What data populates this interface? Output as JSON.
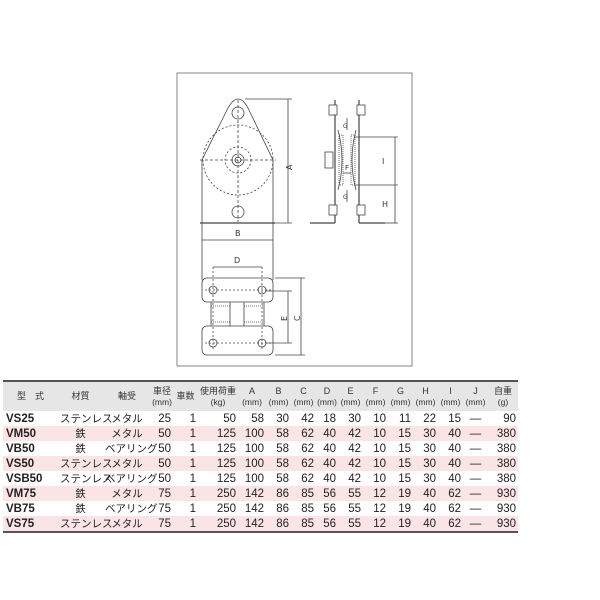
{
  "diagram": {
    "dimension_labels": [
      "A",
      "B",
      "C",
      "D",
      "E",
      "F",
      "G",
      "H",
      "I"
    ]
  },
  "table": {
    "headers": [
      {
        "label": "型　式",
        "unit": ""
      },
      {
        "label": "材質",
        "unit": ""
      },
      {
        "label": "軸受",
        "unit": ""
      },
      {
        "label": "車径",
        "unit": "(mm)"
      },
      {
        "label": "車数",
        "unit": ""
      },
      {
        "label": "使用荷重",
        "unit": "(kg)"
      },
      {
        "label": "A",
        "unit": "(mm)"
      },
      {
        "label": "B",
        "unit": "(mm)"
      },
      {
        "label": "C",
        "unit": "(mm)"
      },
      {
        "label": "D",
        "unit": "(mm)"
      },
      {
        "label": "E",
        "unit": "(mm)"
      },
      {
        "label": "F",
        "unit": "(mm)"
      },
      {
        "label": "G",
        "unit": "(mm)"
      },
      {
        "label": "H",
        "unit": "(mm)"
      },
      {
        "label": "I",
        "unit": "(mm)"
      },
      {
        "label": "J",
        "unit": "(mm)"
      },
      {
        "label": "自重",
        "unit": "(g)"
      }
    ],
    "rows": [
      [
        "VS25",
        "ステンレス",
        "メタル",
        "25",
        "1",
        "50",
        "58",
        "30",
        "42",
        "18",
        "30",
        "10",
        "11",
        "22",
        "15",
        "—",
        "90"
      ],
      [
        "VM50",
        "鉄",
        "メタル",
        "50",
        "1",
        "125",
        "100",
        "58",
        "62",
        "40",
        "42",
        "10",
        "15",
        "30",
        "40",
        "—",
        "380"
      ],
      [
        "VB50",
        "鉄",
        "ベアリング",
        "50",
        "1",
        "125",
        "100",
        "58",
        "62",
        "40",
        "42",
        "10",
        "15",
        "30",
        "40",
        "—",
        "380"
      ],
      [
        "VS50",
        "ステンレス",
        "メタル",
        "50",
        "1",
        "125",
        "100",
        "58",
        "62",
        "40",
        "42",
        "10",
        "15",
        "30",
        "40",
        "—",
        "380"
      ],
      [
        "VSB50",
        "ステンレス",
        "ベアリング",
        "50",
        "1",
        "125",
        "100",
        "58",
        "62",
        "40",
        "42",
        "10",
        "15",
        "30",
        "40",
        "—",
        "380"
      ],
      [
        "VM75",
        "鉄",
        "メタル",
        "75",
        "1",
        "250",
        "142",
        "86",
        "85",
        "56",
        "55",
        "12",
        "19",
        "40",
        "62",
        "—",
        "930"
      ],
      [
        "VB75",
        "鉄",
        "ベアリング",
        "75",
        "1",
        "250",
        "142",
        "86",
        "85",
        "56",
        "55",
        "12",
        "19",
        "40",
        "62",
        "—",
        "930"
      ],
      [
        "VS75",
        "ステンレス",
        "メタル",
        "75",
        "1",
        "250",
        "142",
        "86",
        "85",
        "56",
        "55",
        "12",
        "19",
        "40",
        "62",
        "—",
        "930"
      ]
    ]
  }
}
